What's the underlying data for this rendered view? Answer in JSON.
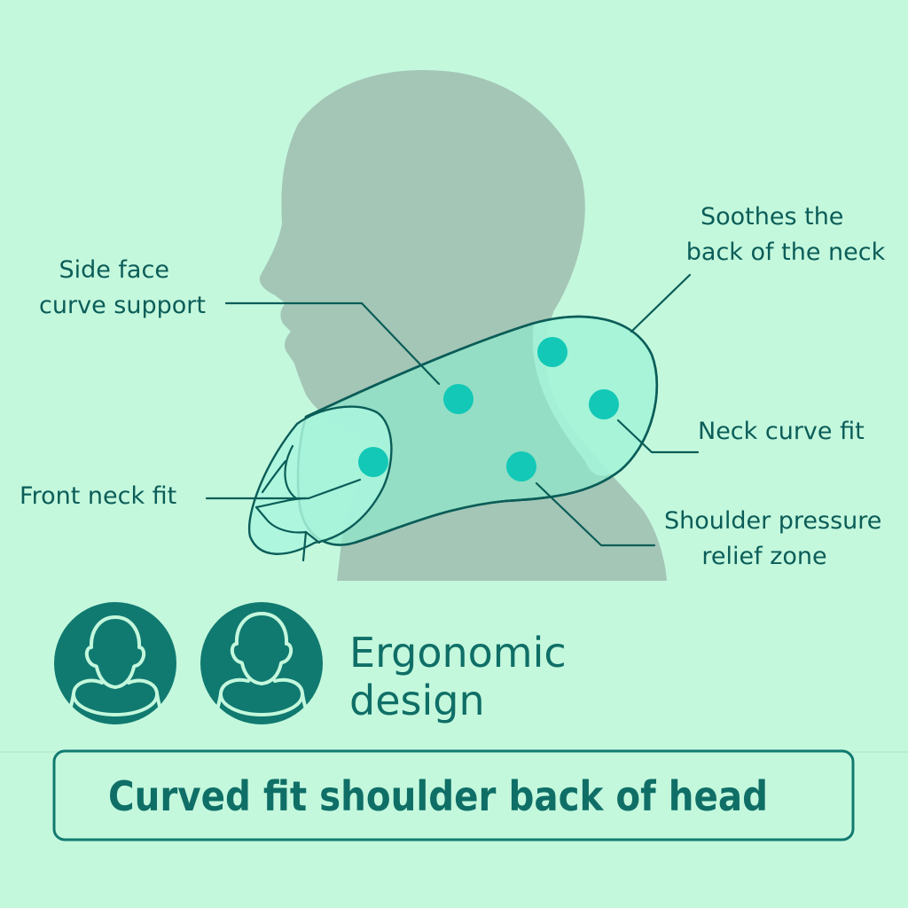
{
  "colors": {
    "background": "#c4f8dd",
    "silhouette": "#a4c6b7",
    "pillow_main": "#8ee8cb",
    "pillow_light": "#aaf6dd",
    "outline": "#0b5d58",
    "dot": "#13c8b6",
    "icon_circle": "#117a70",
    "text": "#0f6f67"
  },
  "callouts": {
    "side_face": [
      "Side face",
      "curve support"
    ],
    "back_neck": [
      "Soothes the",
      "back of the neck"
    ],
    "neck_curve": [
      "Neck curve fit"
    ],
    "front_neck": [
      "Front neck fit"
    ],
    "shoulder": [
      "Shoulder pressure",
      "relief zone"
    ]
  },
  "icons": [
    "person-pillow-icon",
    "person-pillow-icon"
  ],
  "headline": [
    "Ergonomic",
    "design"
  ],
  "banner": "Curved fit shoulder back of head"
}
